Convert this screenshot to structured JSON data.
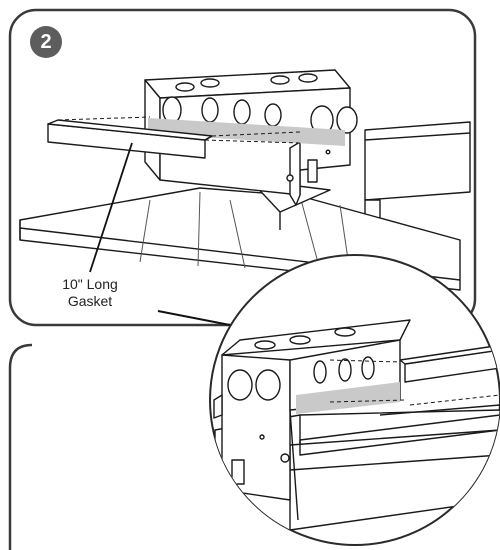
{
  "step": {
    "number": "2"
  },
  "callout": {
    "line1": "10\" Long",
    "line2": "Gasket"
  },
  "icons": {
    "main_part": "junction-box-icon",
    "detail_part": "magnified-detail-icon"
  },
  "colors": {
    "panel_border": "#3a3a3a",
    "badge": "#5d5d5d",
    "gasket": "#c9c9c9",
    "line": "#1a1a1a"
  }
}
